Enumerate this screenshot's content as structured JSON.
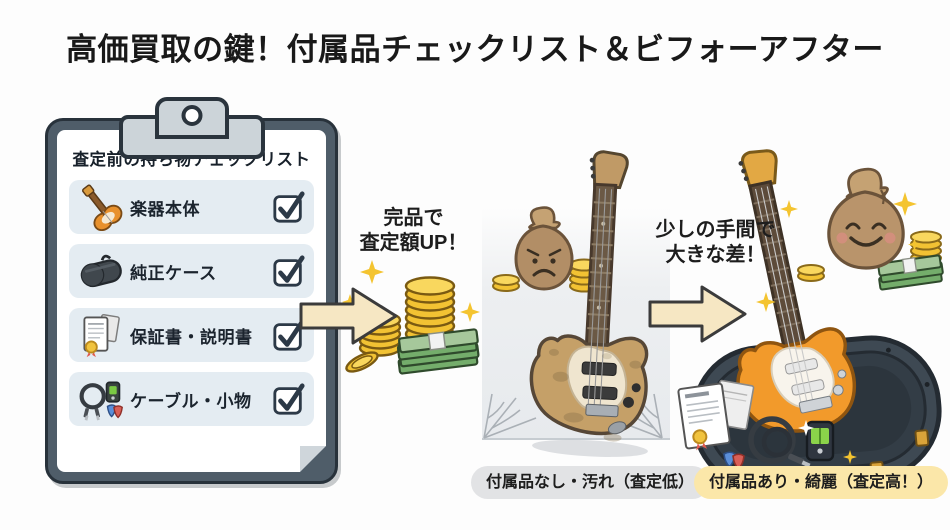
{
  "title": "高価買取の鍵！付属品チェックリスト＆ビフォーアフター",
  "clipboard": {
    "title": "査定前の持ち物チェックリスト",
    "items": [
      {
        "label": "楽器本体",
        "icon": "electric-guitar-icon",
        "checked": true
      },
      {
        "label": "純正ケース",
        "icon": "guitar-case-icon",
        "checked": true
      },
      {
        "label": "保証書・説明書",
        "icon": "warranty-documents-icon",
        "checked": true
      },
      {
        "label": "ケーブル・小物",
        "icon": "cable-accessories-icon",
        "checked": true
      }
    ]
  },
  "upgrade_note": {
    "line1": "完品で",
    "line2": "査定額UP！"
  },
  "effort_note": {
    "line1": "少しの手間で",
    "line2": "大きな差！"
  },
  "before": {
    "label": "付属品なし・汚れ（査定低）"
  },
  "after": {
    "label": "付属品あり・綺麗（査定高！）"
  },
  "icons": {
    "checkbox-checked-icon": "☑",
    "electric-guitar-icon": "🎸",
    "guitar-case-icon": "guitar hard case",
    "warranty-documents-icon": "documents with seal",
    "cable-accessories-icon": "cable, tuner and picks",
    "arrow-right-icon": "→",
    "money-icon": "coins and banknotes",
    "sad-money-bag-icon": "sad money bag",
    "happy-money-bag-icon": "happy money bag",
    "sparkle-icon": "✦",
    "cobweb-icon": "cobweb"
  },
  "colors": {
    "title_text": "#191919",
    "clipboard_slate": "#4f5d69",
    "row_bg": "#e4ecf2",
    "checkbox_ink": "#2c3947",
    "arrow_fill": "#f6e7c3",
    "coin_gold": "#f2c233",
    "banknote_green": "#74ad6b",
    "money_bag_brown": "#b9946b",
    "before_pill_bg": "#e2e3e5",
    "after_pill_bg": "#fbe7a9",
    "dirty_guitar_tan": "#c5a068",
    "clean_guitar_orange": "#f29a2b"
  }
}
